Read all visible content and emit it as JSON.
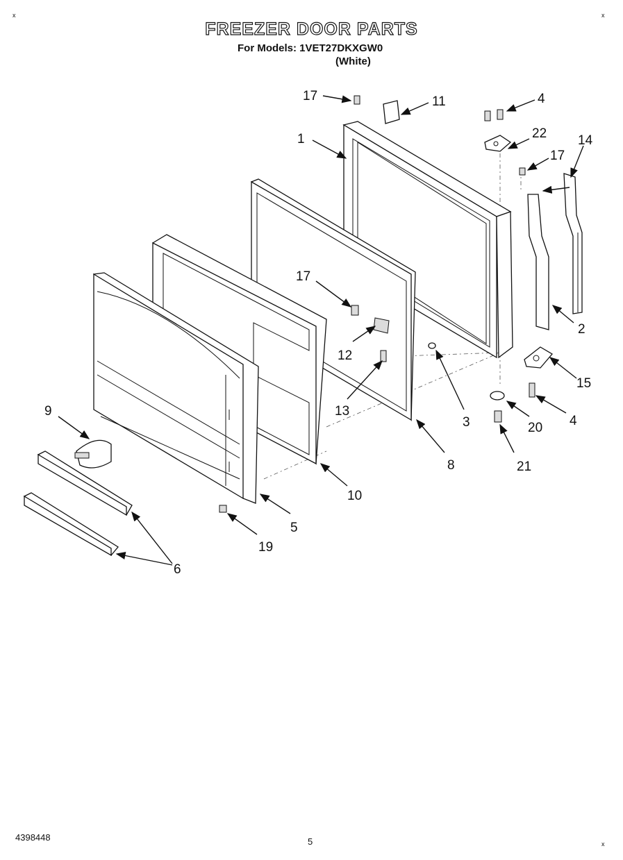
{
  "header": {
    "title": "FREEZER DOOR PARTS",
    "models": "For Models: 1VET27DKXGW0",
    "color_note": "(White)"
  },
  "callouts": [
    "1",
    "2",
    "3",
    "4",
    "4",
    "5",
    "6",
    "8",
    "9",
    "10",
    "11",
    "12",
    "13",
    "14",
    "15",
    "17",
    "17",
    "17",
    "19",
    "20",
    "21",
    "22"
  ],
  "footer": {
    "doc_id": "4398448",
    "page_number": "5"
  }
}
